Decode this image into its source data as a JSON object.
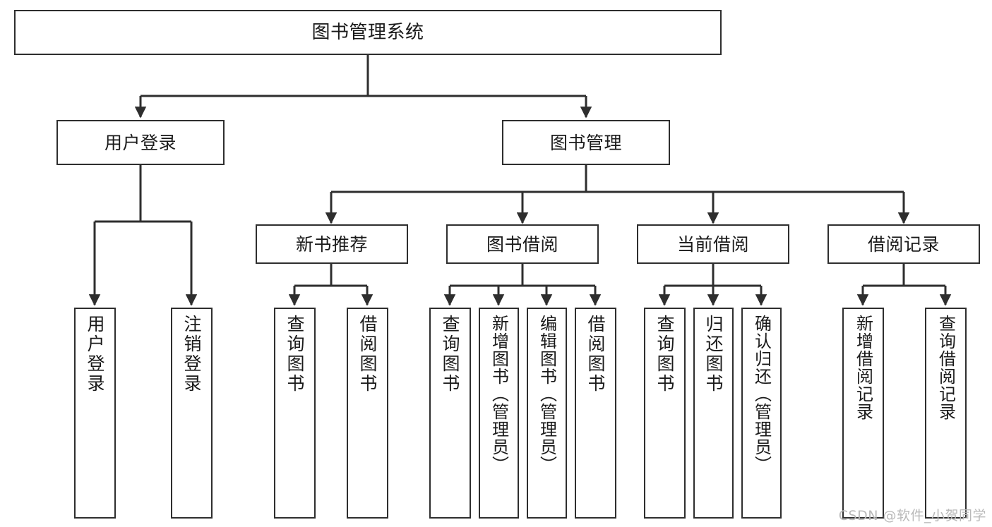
{
  "diagram": {
    "title": "图书管理系统",
    "type": "hierarchy-tree",
    "orientation": "top-down",
    "line_color": "#2e2e2e",
    "box_fill": "#ffffff",
    "text_color": "#1a1a1a"
  },
  "watermark": {
    "text": "CSDN @软件_小贺同学",
    "color": "#b9b9b9"
  },
  "nodes": {
    "root": {
      "label": "图书管理系统"
    },
    "level1": [
      {
        "label": "用户登录"
      },
      {
        "label": "图书管理"
      }
    ],
    "level2": [
      {
        "label": "新书推荐"
      },
      {
        "label": "图书借阅"
      },
      {
        "label": "当前借阅"
      },
      {
        "label": "借阅记录"
      }
    ],
    "leaves": {
      "user_login": [
        {
          "label": "用户登录"
        },
        {
          "label": "注销登录"
        }
      ],
      "new_book_recommend": [
        {
          "label": "查询图书"
        },
        {
          "label": "借阅图书"
        }
      ],
      "book_borrow": [
        {
          "label": "查询图书"
        },
        {
          "label": "新增图书（管理员）"
        },
        {
          "label": "编辑图书（管理员）"
        },
        {
          "label": "借阅图书"
        }
      ],
      "current_borrow": [
        {
          "label": "查询图书"
        },
        {
          "label": "归还图书"
        },
        {
          "label": "确认归还（管理员）"
        }
      ],
      "borrow_record": [
        {
          "label": "新增借阅记录"
        },
        {
          "label": "查询借阅记录"
        }
      ]
    }
  }
}
